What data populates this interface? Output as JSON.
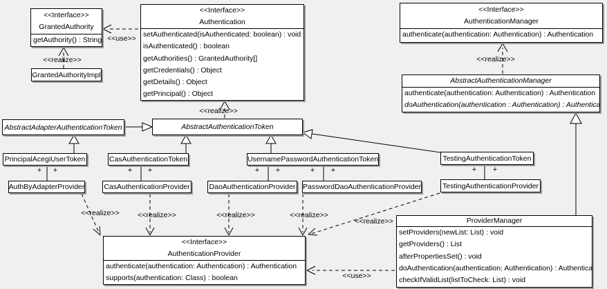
{
  "labels": {
    "realize": "<<realize>>",
    "use": "<<use>>",
    "plus": "+"
  },
  "colors": {
    "background": "#f0f0f0",
    "box_fill": "#ffffff",
    "line": "#000000",
    "shadow": "#9b9b9b"
  },
  "classes": {
    "granted_authority": {
      "stereotype": "<<Interface>>",
      "name": "GrantedAuthority",
      "methods": [
        "getAuthority() : String"
      ]
    },
    "granted_authority_impl": {
      "name": "GrantedAuthorityImpl"
    },
    "authentication": {
      "stereotype": "<<Interface>>",
      "name": "Authentication",
      "methods": [
        "setAuthenticated(isAuthenticated: boolean) : void",
        "isAuthenticated() : boolean",
        "getAuthorities() : GrantedAuthority[]",
        "getCredentials() : Object",
        "getDetails() : Object",
        "getPrincipal() : Object"
      ]
    },
    "authentication_manager": {
      "stereotype": "<<Interface>>",
      "name": "AuthenticationManager",
      "methods": [
        "authenticate(authentication: Authentication) : Authentication"
      ]
    },
    "abstract_authentication_manager": {
      "name": "AbstractAuthenticationManager",
      "abstract": true,
      "methods": [
        "authenticate(authentication: Authentication) : Authentication",
        "doAuthentication(authentication : Authentication) : Authentication"
      ]
    },
    "abstract_adapter_authentication_token": {
      "name": "AbstractAdapterAuthenticationToken",
      "abstract": true
    },
    "abstract_authentication_token": {
      "name": "AbstractAuthenticationToken",
      "abstract": true
    },
    "principal_acegi_user_token": {
      "name": "PrincipalAcegiUserToken"
    },
    "cas_authentication_token": {
      "name": "CasAuthenticationToken"
    },
    "username_password_authentication_token": {
      "name": "UsernamePasswordAuthenticationToken"
    },
    "testing_authentication_token": {
      "name": "TestingAuthenticationToken"
    },
    "auth_by_adapter_provider": {
      "name": "AuthByAdapterProvider"
    },
    "cas_authentication_provider": {
      "name": "CasAuthenticationProvider"
    },
    "dao_authentication_provider": {
      "name": "DaoAuthenticationProvider"
    },
    "password_dao_authentication_provider": {
      "name": "PasswordDaoAuthenticationProvider"
    },
    "testing_authentication_provider": {
      "name": "TestingAuthenticationProvider"
    },
    "authentication_provider": {
      "stereotype": "<<Interface>>",
      "name": "AuthenticationProvider",
      "methods": [
        "authenticate(authentication: Authentication) : Authentication",
        "supports(authentication: Class) : boolean"
      ]
    },
    "provider_manager": {
      "name": "ProviderManager",
      "methods": [
        "setProviders(newList: List) : void",
        "getProviders() : List",
        "afterPropertiesSet() : void",
        "doAuthentication(authentication: Authentication) : Authentication",
        "checkIfValidList(listToCheck: List) : void"
      ]
    }
  },
  "relationships": [
    {
      "from": "Authentication",
      "to": "GrantedAuthority",
      "type": "use"
    },
    {
      "from": "GrantedAuthorityImpl",
      "to": "GrantedAuthority",
      "type": "realize"
    },
    {
      "from": "AbstractAuthenticationToken",
      "to": "Authentication",
      "type": "realize"
    },
    {
      "from": "AbstractAuthenticationManager",
      "to": "AuthenticationManager",
      "type": "realize"
    },
    {
      "from": "AbstractAdapterAuthenticationToken",
      "to": "AbstractAuthenticationToken",
      "type": "generalization"
    },
    {
      "from": "PrincipalAcegiUserToken",
      "to": "AbstractAdapterAuthenticationToken",
      "type": "generalization"
    },
    {
      "from": "CasAuthenticationToken",
      "to": "AbstractAuthenticationToken",
      "type": "generalization"
    },
    {
      "from": "UsernamePasswordAuthenticationToken",
      "to": "AbstractAuthenticationToken",
      "type": "generalization"
    },
    {
      "from": "TestingAuthenticationToken",
      "to": "AbstractAuthenticationToken",
      "type": "generalization"
    },
    {
      "from": "ProviderManager",
      "to": "AbstractAuthenticationManager",
      "type": "generalization"
    },
    {
      "from": "PrincipalAcegiUserToken",
      "to": "AuthByAdapterProvider",
      "type": "association"
    },
    {
      "from": "CasAuthenticationToken",
      "to": "CasAuthenticationProvider",
      "type": "association"
    },
    {
      "from": "UsernamePasswordAuthenticationToken",
      "to": "DaoAuthenticationProvider",
      "type": "association"
    },
    {
      "from": "UsernamePasswordAuthenticationToken",
      "to": "PasswordDaoAuthenticationProvider",
      "type": "association"
    },
    {
      "from": "TestingAuthenticationToken",
      "to": "TestingAuthenticationProvider",
      "type": "association"
    },
    {
      "from": "AuthByAdapterProvider",
      "to": "AuthenticationProvider",
      "type": "realize"
    },
    {
      "from": "CasAuthenticationProvider",
      "to": "AuthenticationProvider",
      "type": "realize"
    },
    {
      "from": "DaoAuthenticationProvider",
      "to": "AuthenticationProvider",
      "type": "realize"
    },
    {
      "from": "PasswordDaoAuthenticationProvider",
      "to": "AuthenticationProvider",
      "type": "realize"
    },
    {
      "from": "TestingAuthenticationProvider",
      "to": "AuthenticationProvider",
      "type": "realize"
    },
    {
      "from": "ProviderManager",
      "to": "AuthenticationProvider",
      "type": "use"
    }
  ]
}
